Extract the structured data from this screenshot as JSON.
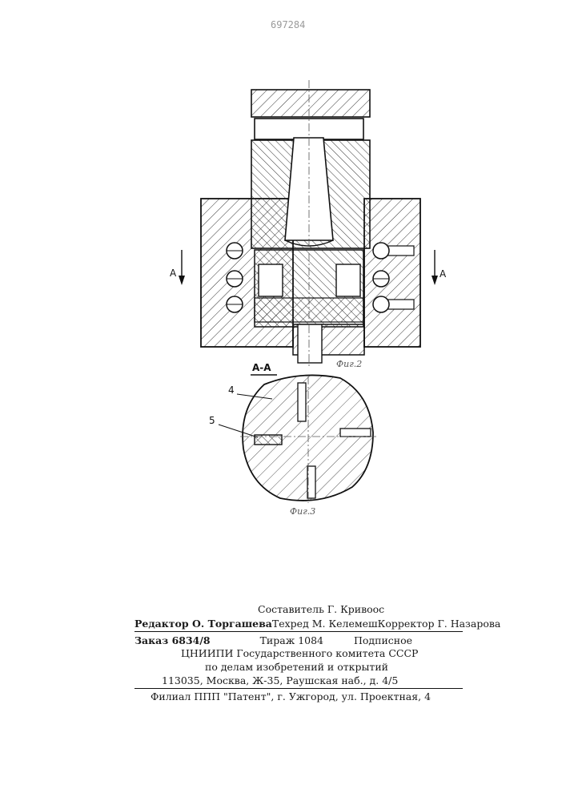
{
  "page_number": "697284",
  "figure2": {
    "caption": "Фиг.2",
    "section_marker": "А"
  },
  "figure3": {
    "caption": "Фиг.3",
    "section_title": "А-А",
    "callouts": [
      "4",
      "5"
    ]
  },
  "imprint": {
    "compiler": "Составитель Г. Кривоос",
    "editor": "Редактор О. Торгашева",
    "techred": "Техред М. Келемеш",
    "corrector": "Корректор Г. Назарова",
    "order": "Заказ 6834/8",
    "circulation": "Тираж 1084",
    "subscription": "Подписное",
    "org1": "ЦНИИПИ Государственного комитета СССР",
    "org2": "по делам изобретений и открытий",
    "address": "113035, Москва, Ж-35, Раушская наб., д. 4/5",
    "branch": "Филиал ППП \"Патент\", г. Ужгород, ул. Проектная, 4"
  }
}
